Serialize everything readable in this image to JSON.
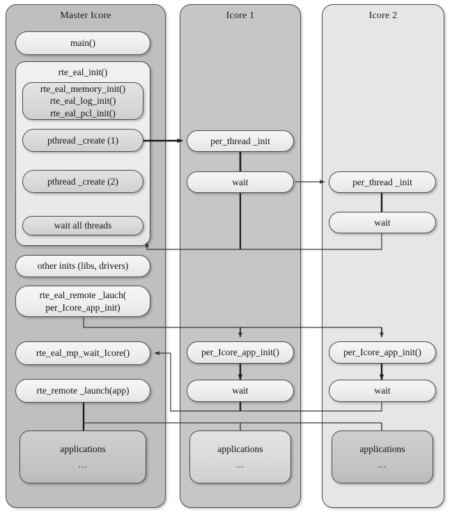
{
  "figure": {
    "kind": "flow-diagram",
    "title_text": "",
    "columns": [
      {
        "id": "master",
        "title": "Master Icore",
        "nodes": [
          {
            "id": "main",
            "label": "main()"
          },
          {
            "id": "rte_eal_init",
            "label": "rte_eal_init()"
          },
          {
            "id": "sub_inits",
            "line1": "rte_eal_memory_init()",
            "line2": "rte_eal_log_init()",
            "line3": "rte_eal_pcl_init()"
          },
          {
            "id": "pthread1",
            "label": "pthread _create (1)"
          },
          {
            "id": "pthread2",
            "label": "pthread _create (2)"
          },
          {
            "id": "wait_all",
            "label": "wait all threads"
          },
          {
            "id": "other_inits",
            "label": "other inits (libs, drivers)"
          },
          {
            "id": "remote_lauch",
            "line1": "rte_eal_remote _lauch(",
            "line2": "per_Icore_app_init)"
          },
          {
            "id": "mp_wait",
            "label": "rte_eal_mp_wait_Icore()"
          },
          {
            "id": "remote_launch_app",
            "label": "rte_remote _launch(app)"
          },
          {
            "id": "applications",
            "label": "applications",
            "ellipsis": "..."
          }
        ]
      },
      {
        "id": "icore1",
        "title": "Icore 1",
        "nodes": [
          {
            "id": "per_thread_init",
            "label": "per_thread _init"
          },
          {
            "id": "wait1",
            "label": "wait"
          },
          {
            "id": "per_icore_app_init",
            "label": "per_Icore_app_init()"
          },
          {
            "id": "wait2",
            "label": "wait"
          },
          {
            "id": "applications",
            "label": "applications",
            "ellipsis": "..."
          }
        ]
      },
      {
        "id": "icore2",
        "title": "Icore 2",
        "nodes": [
          {
            "id": "per_thread_init",
            "label": "per_thread _init"
          },
          {
            "id": "wait1",
            "label": "wait"
          },
          {
            "id": "per_icore_app_init",
            "label": "per_Icore_app_init()"
          },
          {
            "id": "wait2",
            "label": "wait"
          },
          {
            "id": "applications",
            "label": "applications",
            "ellipsis": "..."
          }
        ]
      }
    ],
    "colors": {
      "master_column_fill": "#bfbfbf",
      "icore1_column_fill": "#c6c6c6",
      "icore2_column_fill": "#e6e6e6",
      "node_stroke": "#4a4a4a",
      "wire_thick": "#1a1a1a",
      "wire_thin": "#555555",
      "text": "#111111"
    }
  }
}
